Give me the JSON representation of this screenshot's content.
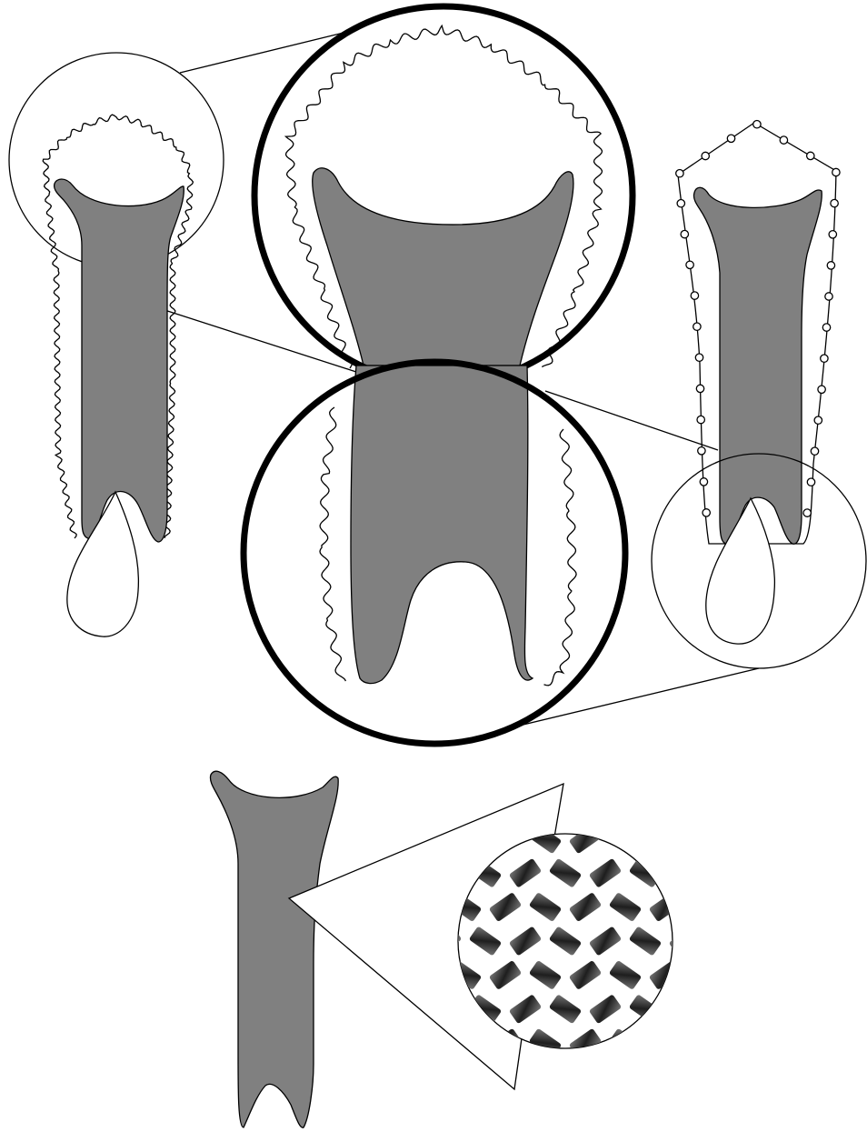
{
  "diagram": {
    "colors": {
      "background": "#ffffff",
      "stroke": "#000000",
      "fill_gray": "#808080",
      "texture_dark": "#1e1e1e"
    },
    "figures": [
      {
        "id": "left-specimen",
        "envelope": "wavy",
        "appendage": "teardrop"
      },
      {
        "id": "magnified-top",
        "envelope": "wavy",
        "circle": "thick"
      },
      {
        "id": "magnified-bottom",
        "envelope": "wavy",
        "circle": "thick"
      },
      {
        "id": "right-specimen",
        "envelope": "beaded",
        "appendage": "teardrop"
      },
      {
        "id": "bottom-specimen",
        "envelope": "none",
        "detail": "woven-texture"
      }
    ]
  }
}
